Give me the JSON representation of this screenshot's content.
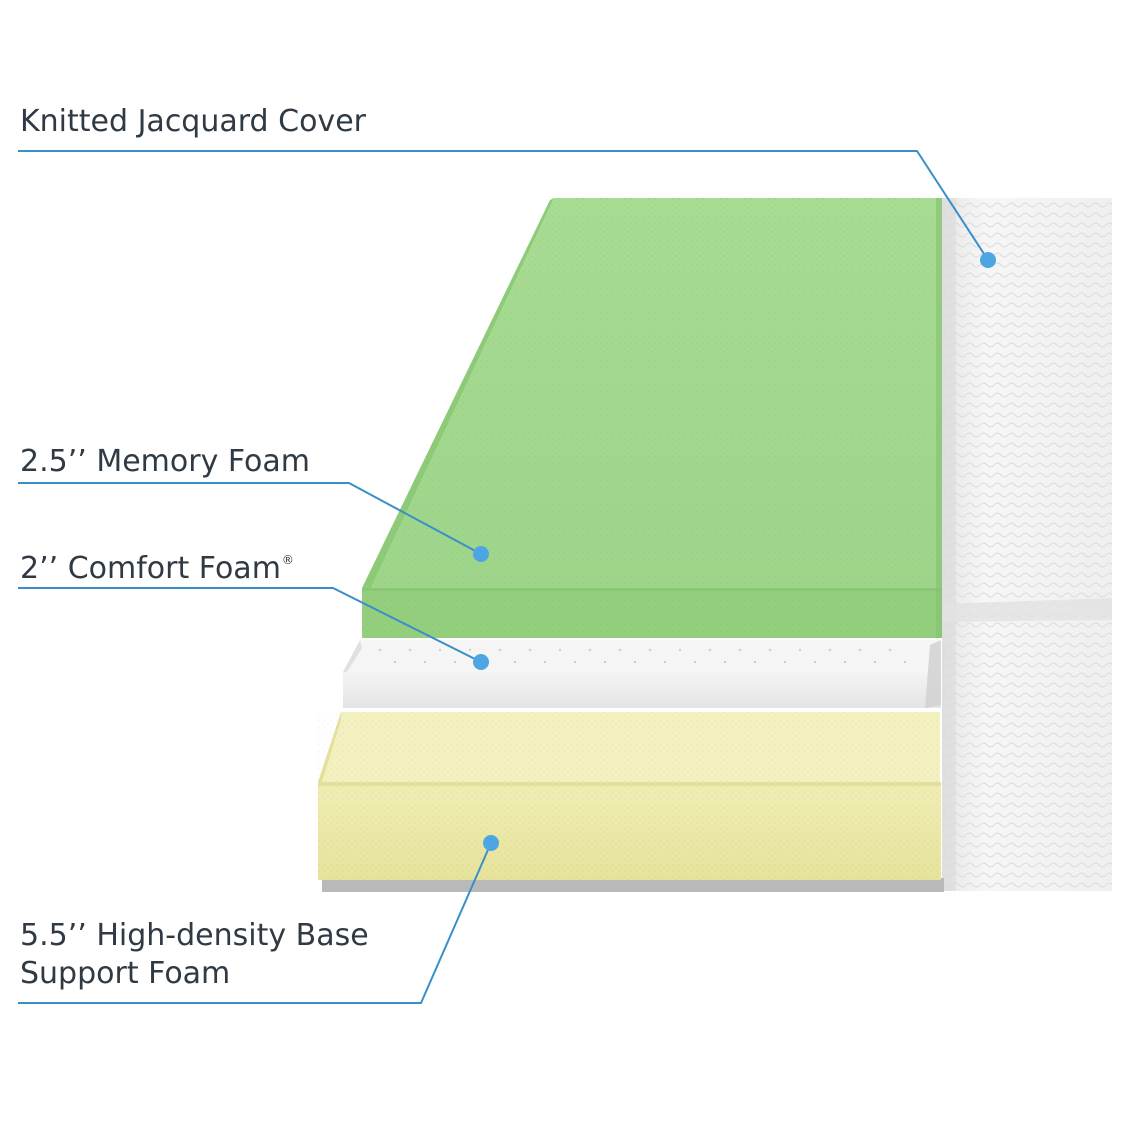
{
  "layers": {
    "cover": {
      "label": "Knitted Jacquard Cover",
      "color": "#f1f1f1"
    },
    "memory_foam": {
      "label": "2.5’’ Memory Foam",
      "color": "#9fd98a"
    },
    "comfort_foam": {
      "label": "2’’ Comfort Foam",
      "registered_mark": "®",
      "color": "#ececec"
    },
    "base_foam": {
      "label_line1": "5.5’’ High-density Base",
      "label_line2": "Support Foam",
      "color": "#e9e7a4"
    }
  },
  "colors": {
    "leader_line": "#3a8fc8",
    "marker_dot": "#4da6e2",
    "label_text": "#2f3a44"
  }
}
